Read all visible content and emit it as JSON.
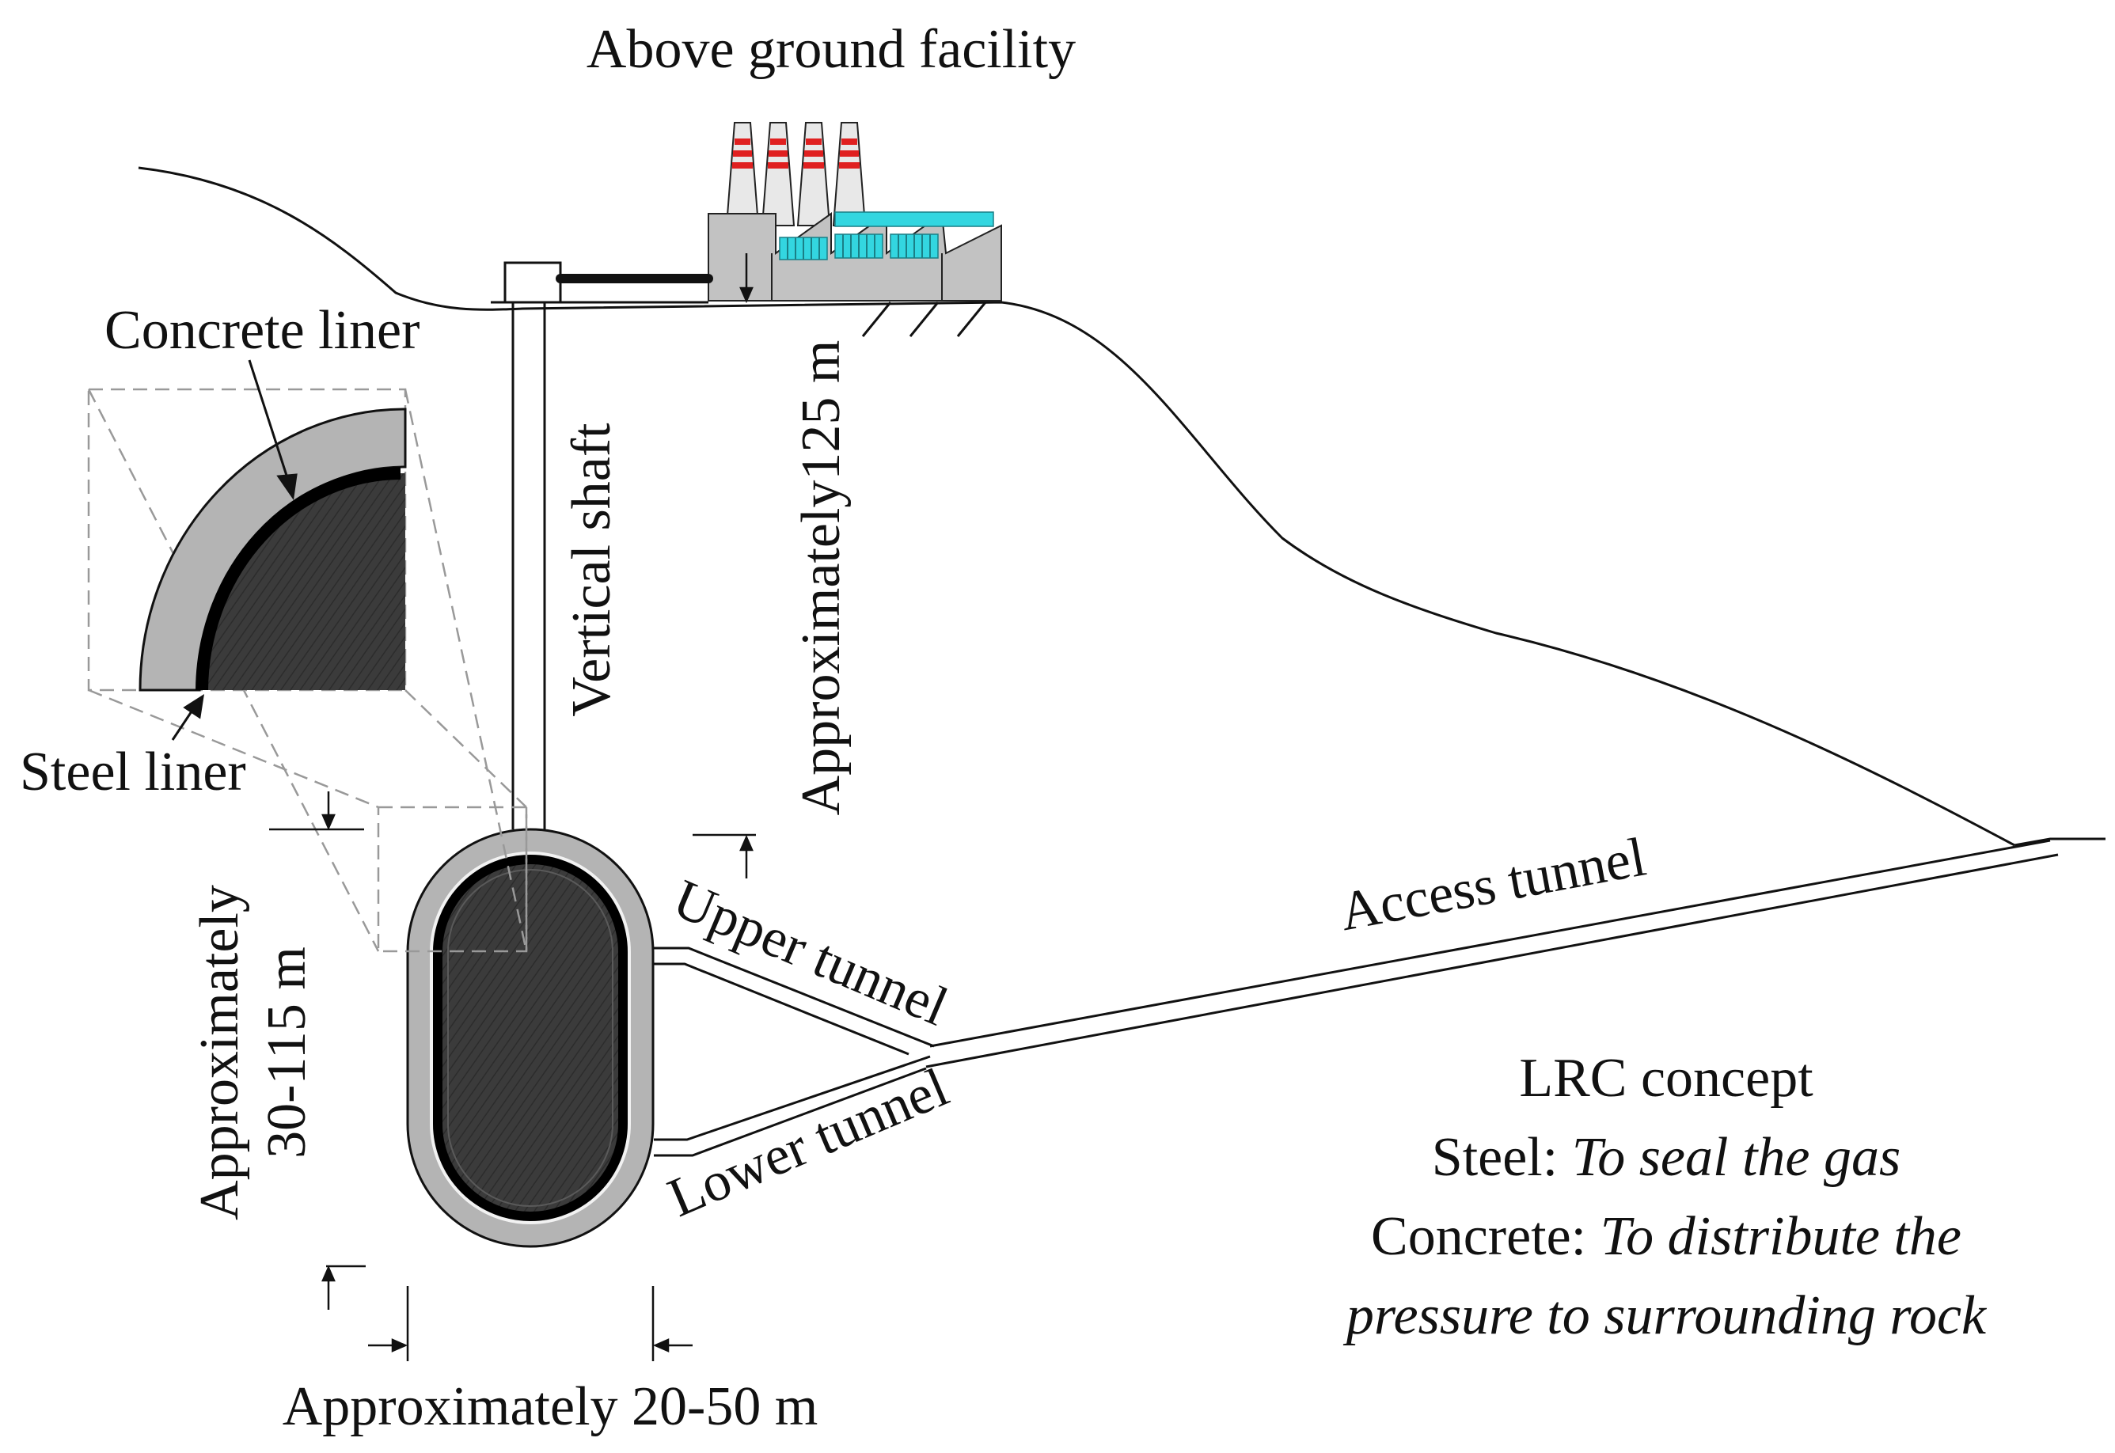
{
  "labels": {
    "facility": "Above ground facility",
    "concrete_liner": "Concrete liner",
    "steel_liner": "Steel liner",
    "vertical_shaft": "Vertical shaft",
    "depth": "Approximately125 m",
    "height_line1": "Approximately",
    "height_line2": "30-115 m",
    "width": "Approximately 20-50 m",
    "upper_tunnel": "Upper tunnel",
    "lower_tunnel": "Lower tunnel",
    "access_tunnel": "Access tunnel"
  },
  "concept": {
    "title": "LRC concept",
    "steel_label": "Steel: ",
    "steel_text": "To seal the gas",
    "concrete_label": "Concrete: ",
    "concrete_text": "To distribute the",
    "concrete_text_2": "pressure to surrounding rock"
  },
  "colors": {
    "concrete": "#b4b4b4",
    "rock_fill": "#3a3a3a",
    "steel": "#000000",
    "building": "#c0c0c0",
    "window": "#33d6e0",
    "chimney_stripe": "#e02020"
  }
}
